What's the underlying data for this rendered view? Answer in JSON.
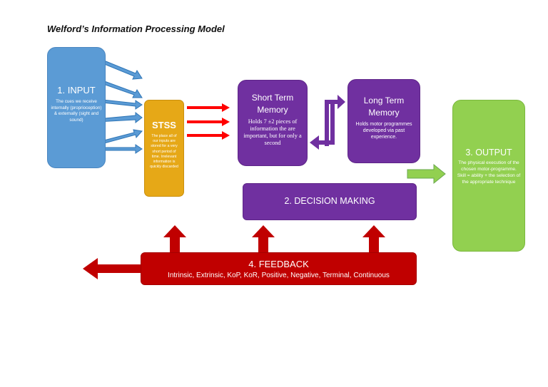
{
  "title": "Welford’s Information Processing Model",
  "colors": {
    "input": "#5b9bd5",
    "stss": "#e6a817",
    "memory": "#7030a0",
    "decision": "#7030a0",
    "output": "#92d050",
    "feedback": "#c00000"
  },
  "input": {
    "heading": "1. INPUT",
    "body": "The cues we receive internally (proprioception) & externally (sight and sound)"
  },
  "stss": {
    "heading": "STSS",
    "body": "The place all of our inputs are stored for a very short period of time. Irrelevant information is quickly discarded"
  },
  "short_term_memory": {
    "heading": "Short Term Memory",
    "body": "Holds 7 ±2 pieces of information the are important, but for only a second"
  },
  "long_term_memory": {
    "heading": "Long Term Memory",
    "body": "Holds motor programmes developed via past experience."
  },
  "output": {
    "heading": "3. OUTPUT",
    "body": "The physical execution of the chosen motor-programme. Skill = ability + the selection of the appropriate technique"
  },
  "decision_making": {
    "heading": "2. DECISION MAKING"
  },
  "feedback": {
    "heading": "4. FEEDBACK",
    "body": "Intrinsic, Extrinsic, KoP, KoR, Positive, Negative, Terminal, Continuous"
  }
}
